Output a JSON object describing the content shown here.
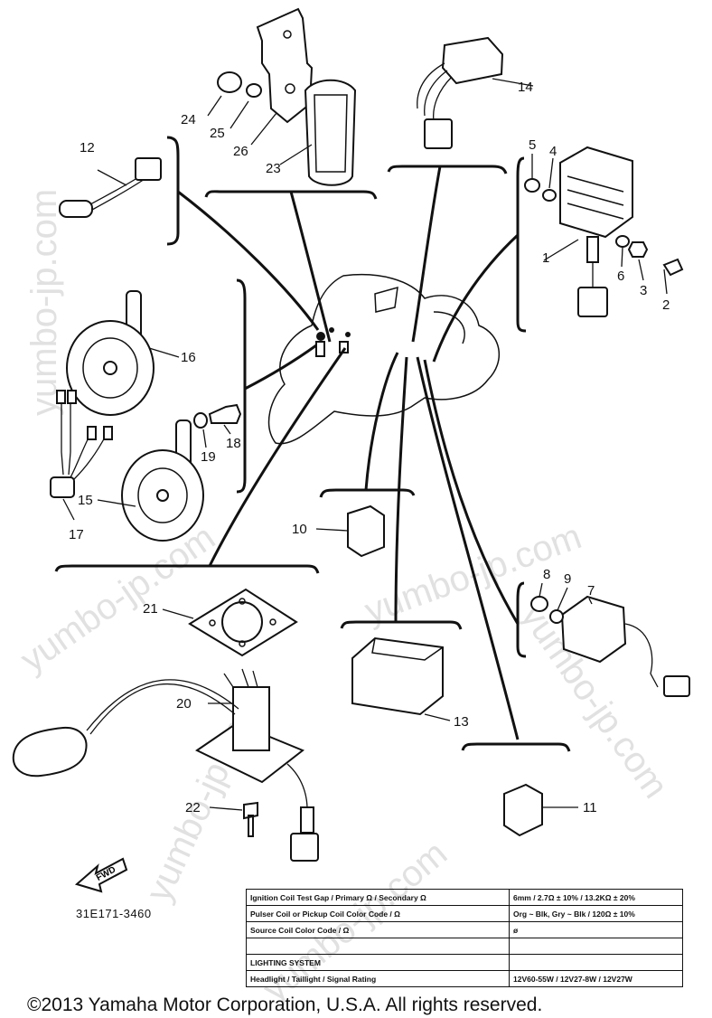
{
  "callouts": {
    "p1": "1",
    "p2": "2",
    "p3": "3",
    "p4": "4",
    "p5": "5",
    "p6": "6",
    "p7": "7",
    "p8": "8",
    "p9": "9",
    "p10": "10",
    "p11": "11",
    "p12": "12",
    "p13": "13",
    "p14": "14",
    "p15": "15",
    "p16": "16",
    "p17": "17",
    "p18": "18",
    "p19": "19",
    "p20": "20",
    "p21": "21",
    "p22": "22",
    "p23": "23",
    "p24": "24",
    "p25": "25",
    "p26": "26"
  },
  "fwd_label": "FWD",
  "part_code": "31E171-3460",
  "watermark": "yumbo-jp.com",
  "spec_table": {
    "rows": [
      [
        "Ignition Coil Test Gap / Primary Ω / Secondary Ω",
        "6mm / 2.7Ω ± 10% / 13.2KΩ ± 20%"
      ],
      [
        "Pulser Coil or Pickup Coil Color Code / Ω",
        "Org ~ Blk, Gry ~ Blk / 120Ω ± 10%"
      ],
      [
        "Source Coil Color Code / Ω",
        "ø"
      ],
      [
        "",
        ""
      ],
      [
        "LIGHTING SYSTEM",
        ""
      ],
      [
        "Headlight / Taillight / Signal Rating",
        "12V60-55W / 12V27-8W / 12V27W"
      ]
    ]
  },
  "copyright": "©2013 Yamaha Motor Corporation, U.S.A. All rights reserved."
}
